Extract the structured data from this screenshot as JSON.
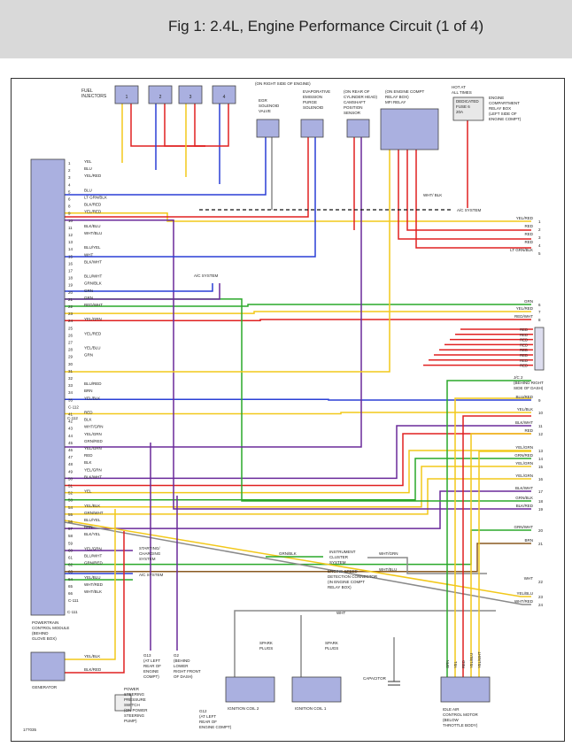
{
  "title": "Fig 1: 2.4L, Engine Performance Circuit (1 of 4)",
  "figure_id": "177035",
  "labels": {
    "fuel_injectors": [
      "FUEL",
      "INJECTORS"
    ],
    "egr": [
      "(ON RIGHT SIDE OF ENGINE)",
      "EGR",
      "SOLENOID",
      "VALVE"
    ],
    "evap": [
      "EVAPORATIVE",
      "EMISSION",
      "PURGE",
      "SOLENOID"
    ],
    "cmp": [
      "(ON REAR OF",
      "CYLINDER HEAD)",
      "CAMSHAFT",
      "POSITION",
      "SENSOR"
    ],
    "mfi": [
      "(ON ENGINE COMPT",
      "RELAY BOX)",
      "MFI RELAY"
    ],
    "hot": [
      "HOT AT",
      "ALL TIMES"
    ],
    "fuse": [
      "DEDICATED",
      "FUSE 6",
      "20A"
    ],
    "relay_box": [
      "ENGINE",
      "COMPARTMENT",
      "RELAY BOX",
      "(LEFT SIDE OF",
      "ENGINE COMPT)"
    ],
    "pcm": [
      "POWERTRAIN",
      "CONTROL MODULE",
      "(BEHIND",
      "GLOVE BOX)"
    ],
    "generator": "GENERATOR",
    "ac_system": "A/C SYSTEM",
    "starting": [
      "STARTING/",
      "CHARGING",
      "SYSTEM"
    ],
    "instrument": [
      "INSTRUMENT",
      "CLUSTER",
      "SYSTEM"
    ],
    "esd": [
      "ENGINE SPEED",
      "DETECTION CONNECTOR",
      "(IN ENGINE COMPT",
      "RELAY BOX)"
    ],
    "jc2": [
      "J/C 2",
      "(BEHIND RIGHT",
      "SIDE OF DASH)"
    ],
    "g13": [
      "G13",
      "(AT LEFT",
      "REAR OF",
      "ENGINE",
      "COMPT)"
    ],
    "g2": [
      "G2",
      "(BEHIND",
      "LOWER",
      "RIGHT FRONT",
      "OF DASH)"
    ],
    "g12": [
      "G12",
      "(AT LEFT",
      "REAR OF",
      "ENGINE COMPT)"
    ],
    "ps": [
      "POWER",
      "STEERING",
      "PRESSURE",
      "SWITCH",
      "(ON POWER",
      "STEERING",
      "PUMP)"
    ],
    "coil2": "IGNITION COIL 2",
    "coil1": "IGNITION COIL 1",
    "spark_plugs": [
      "SPARK",
      "PLUGS"
    ],
    "capacitor": "CAPACITOR",
    "iac": [
      "IDLE AIR",
      "CONTROL MOTOR",
      "(BELOW",
      "THROTTLE BODY)"
    ],
    "c111": "C-111",
    "c112": "C-112"
  },
  "pcm_pins": [
    {
      "n": "1",
      "w": "YEL"
    },
    {
      "n": "2",
      "w": "BLU"
    },
    {
      "n": "3",
      "w": "YEL/RED"
    },
    {
      "n": "4",
      "w": ""
    },
    {
      "n": "5",
      "w": "BLU"
    },
    {
      "n": "6",
      "w": "LT GRN/BLK"
    },
    {
      "n": "8",
      "w": "BLK/RED"
    },
    {
      "n": "9",
      "w": "YEL/RED"
    },
    {
      "n": "10",
      "w": ""
    },
    {
      "n": "11",
      "w": "BLK/BLU"
    },
    {
      "n": "12",
      "w": "WHT/BLU"
    },
    {
      "n": "13",
      "w": ""
    },
    {
      "n": "14",
      "w": "BLU/YEL"
    },
    {
      "n": "15",
      "w": "WHT"
    },
    {
      "n": "16",
      "w": "BLK/WHT"
    },
    {
      "n": "17",
      "w": ""
    },
    {
      "n": "18",
      "w": "BLU/WHT"
    },
    {
      "n": "19",
      "w": "GRN/BLK"
    },
    {
      "n": "20",
      "w": "GRN"
    },
    {
      "n": "21",
      "w": "GRN"
    },
    {
      "n": "22",
      "w": "RED/WHT"
    },
    {
      "n": "23",
      "w": ""
    },
    {
      "n": "24",
      "w": "YEL/GRN"
    },
    {
      "n": "25",
      "w": ""
    },
    {
      "n": "26",
      "w": "YEL/RED"
    },
    {
      "n": "27",
      "w": ""
    },
    {
      "n": "28",
      "w": "YEL/BLU"
    },
    {
      "n": "29",
      "w": "GRN"
    },
    {
      "n": "30",
      "w": ""
    },
    {
      "n": "31",
      "w": ""
    },
    {
      "n": "32",
      "w": ""
    },
    {
      "n": "33",
      "w": "BLU/RED"
    },
    {
      "n": "34",
      "w": "BRN"
    },
    {
      "n": "35",
      "w": "YEL/BLK"
    },
    {
      "n": "C-112",
      "w": ""
    },
    {
      "n": "41",
      "w": "RED"
    },
    {
      "n": "42",
      "w": "BLK"
    },
    {
      "n": "43",
      "w": "WHT/GRN"
    },
    {
      "n": "44",
      "w": "YEL/GRN"
    },
    {
      "n": "45",
      "w": "GRN/RED"
    },
    {
      "n": "46",
      "w": "YEL/GRN"
    },
    {
      "n": "47",
      "w": "RED"
    },
    {
      "n": "48",
      "w": "BLK"
    },
    {
      "n": "49",
      "w": "YEL/GRN"
    },
    {
      "n": "50",
      "w": "BLK/WHT"
    },
    {
      "n": "51",
      "w": ""
    },
    {
      "n": "52",
      "w": "YEL"
    },
    {
      "n": "53",
      "w": ""
    },
    {
      "n": "54",
      "w": "YEL/BLK"
    },
    {
      "n": "55",
      "w": "GRN/WHT"
    },
    {
      "n": "56",
      "w": "BLU/YEL"
    },
    {
      "n": "57",
      "w": "BRN"
    },
    {
      "n": "58",
      "w": "BLK/YEL"
    },
    {
      "n": "59",
      "w": ""
    },
    {
      "n": "60",
      "w": "YEL/GRN"
    },
    {
      "n": "61",
      "w": "BLU/WHT"
    },
    {
      "n": "62",
      "w": "GRN/RED"
    },
    {
      "n": "63",
      "w": ""
    },
    {
      "n": "64",
      "w": "YEL/BLU"
    },
    {
      "n": "65",
      "w": "WHT/RED"
    },
    {
      "n": "66",
      "w": "WHT/BLK"
    },
    {
      "n": "C-111",
      "w": ""
    }
  ],
  "right_wires": [
    {
      "w": "YEL/RED",
      "n": "1"
    },
    {
      "w": "RED",
      "n": "2"
    },
    {
      "w": "RED",
      "n": "3"
    },
    {
      "w": "RED",
      "n": "4"
    },
    {
      "w": "LT GRN/BLK",
      "n": "5"
    },
    {
      "w": "GRN",
      "n": "6"
    },
    {
      "w": "YEL/RED",
      "n": "7"
    },
    {
      "w": "RED/WHT",
      "n": "8"
    },
    {
      "w": "BLU/RED",
      "n": "9"
    },
    {
      "w": "YEL/BLK",
      "n": "10"
    },
    {
      "w": "BLK/WHT",
      "n": "11"
    },
    {
      "w": "RED",
      "n": "12"
    },
    {
      "w": "YEL/GRN",
      "n": "13"
    },
    {
      "w": "GRN/RED",
      "n": "14"
    },
    {
      "w": "YEL/GRN",
      "n": "15"
    },
    {
      "w": "YEL/GRN",
      "n": "16"
    },
    {
      "w": "BLK/WHT",
      "n": "17"
    },
    {
      "w": "GRN/BLK",
      "n": "18"
    },
    {
      "w": "BLK/RED",
      "n": "19"
    },
    {
      "w": "GRN/WHT",
      "n": "20"
    },
    {
      "w": "BRN",
      "n": "21"
    },
    {
      "w": "WHT",
      "n": "22"
    },
    {
      "w": "YEL/BLU",
      "n": "23"
    },
    {
      "w": "WHT/RED",
      "n": "24"
    }
  ],
  "jc2_wires": [
    {
      "w": "RED",
      "n": "4"
    },
    {
      "w": "RED",
      "n": "5"
    },
    {
      "w": "RED",
      "n": "6"
    },
    {
      "w": "RED",
      "n": "7"
    },
    {
      "w": "RED",
      "n": "8"
    },
    {
      "w": "RED",
      "n": "9"
    },
    {
      "w": "RED",
      "n": "10"
    },
    {
      "w": "RED",
      "n": "11"
    }
  ],
  "misc_wires": {
    "egr_a": "BLU",
    "egr_b": "WHT",
    "evap_a": "RED",
    "evap_b": "BLU",
    "cmp_a": "RED",
    "cmp_b": "BLK/YEL",
    "mfi_a": "YEL/GRN",
    "mfi_b": "BLK",
    "mfi_c": "RED",
    "mfi_d": "WHT/BLK",
    "red": "RED",
    "wht_blk": "WHT/ BLK",
    "gen_a": "YEL/BLK",
    "gen_b": "BLK/RED",
    "yel_grn": "YEL/ GRN",
    "grn_blk": "GRN/BLK",
    "wht_grn": "WHT/GRN",
    "wht_blu": "WHT/BLU",
    "blk": "BLK",
    "wht": "WHT",
    "iac_wires": [
      "GRN",
      "YEL",
      "RED",
      "YEL/BLU",
      "YEL/WHT"
    ]
  },
  "colors": {
    "red": "#e02020",
    "blue": "#2a3fd6",
    "yellow": "#f2c81a",
    "green": "#2aa82a",
    "purple": "#6a2a9a",
    "gray": "#8a8a8a",
    "black": "#111111",
    "ltgreen": "#7ccf3a",
    "component": "#aab0e0"
  }
}
